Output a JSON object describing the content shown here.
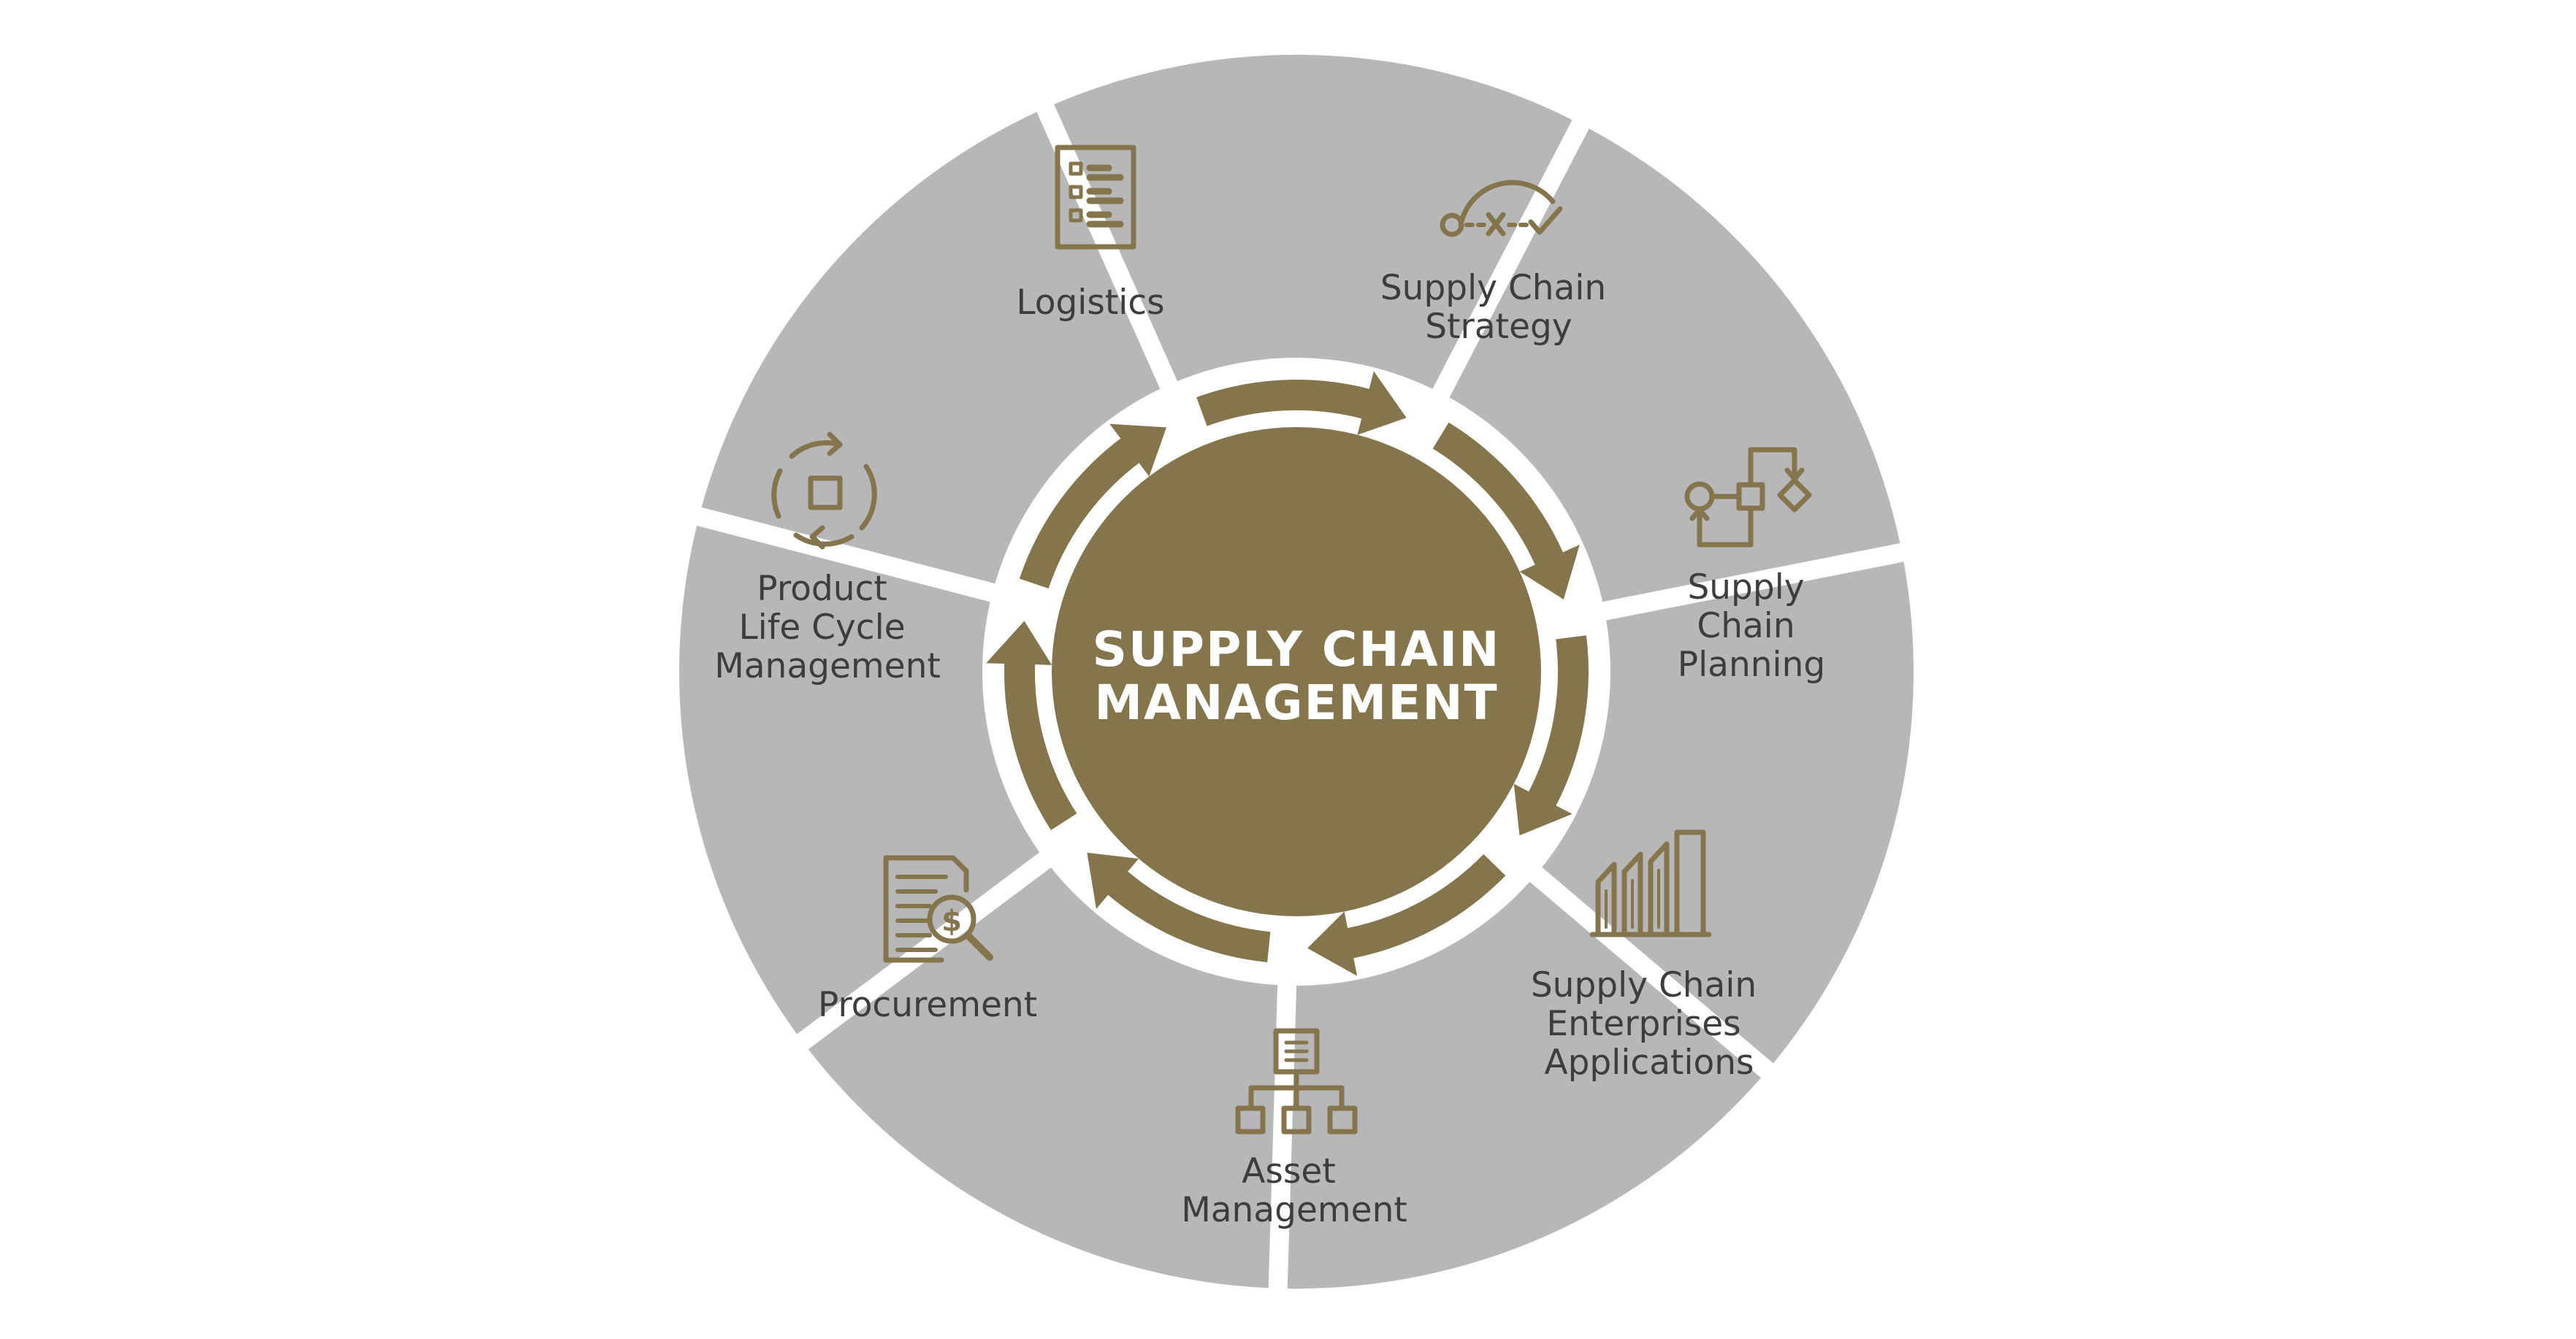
{
  "colors": {
    "segment": "#b7b7b7",
    "accent": "#85754c",
    "label": "#3d3d3d",
    "center_text": "#ffffff",
    "background": "#ffffff"
  },
  "center": {
    "line1": "SUPPLY CHAIN",
    "line2": "MANAGEMENT"
  },
  "segments": [
    {
      "icon": "checklist-icon",
      "lines": [
        "Logistics"
      ]
    },
    {
      "icon": "strategy-path-icon",
      "lines": [
        "Supply Chain",
        "Strategy"
      ]
    },
    {
      "icon": "flowchart-icon",
      "lines": [
        "Supply",
        "Chain",
        "Planning"
      ]
    },
    {
      "icon": "factory-buildings-icon",
      "lines": [
        "Supply Chain",
        "Enterprises",
        "Applications"
      ]
    },
    {
      "icon": "hierarchy-icon",
      "lines": [
        "Asset",
        "Management"
      ]
    },
    {
      "icon": "document-search-dollar-icon",
      "lines": [
        "Procurement"
      ]
    },
    {
      "icon": "cycle-square-icon",
      "lines": [
        "Product",
        "Life Cycle",
        "Management"
      ]
    }
  ]
}
